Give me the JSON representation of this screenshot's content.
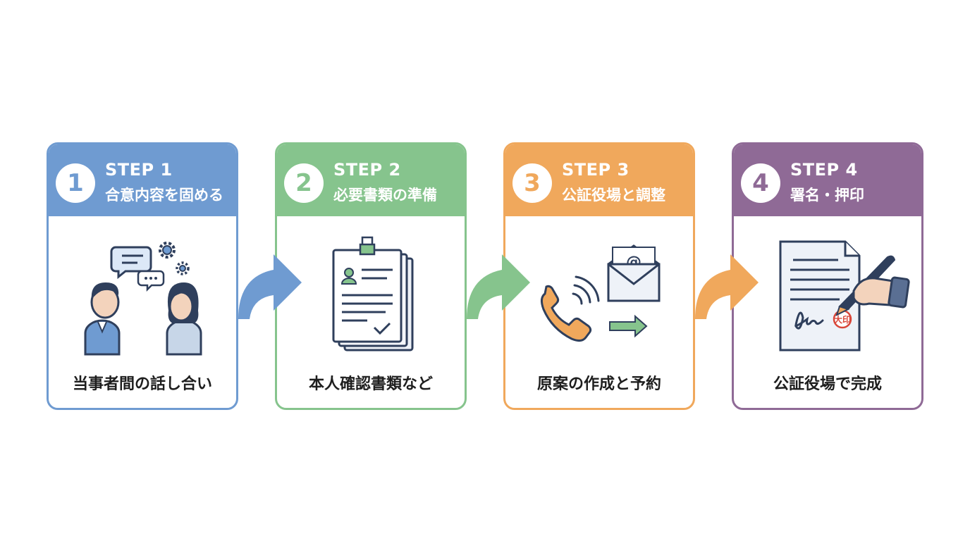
{
  "steps": [
    {
      "number": "1",
      "label": "STEP 1",
      "title": "合意内容を固める",
      "caption": "当事者間の話し合い",
      "color": "#6f9bd1",
      "illustration": "conversation-illustration"
    },
    {
      "number": "2",
      "label": "STEP 2",
      "title": "必要書類の準備",
      "caption": "本人確認書類など",
      "color": "#86c48d",
      "illustration": "documents-illustration"
    },
    {
      "number": "3",
      "label": "STEP 3",
      "title": "公証役場と調整",
      "caption": "原案の作成と予約",
      "color": "#f0a85c",
      "illustration": "phone-email-illustration"
    },
    {
      "number": "4",
      "label": "STEP 4",
      "title": "署名・押印",
      "caption": "公証役場で完成",
      "color": "#8f6a96",
      "illustration": "signing-illustration"
    }
  ],
  "stamp_text": "大印",
  "colors": {
    "navy": "#2f3f5c",
    "paper": "#eef2f8"
  }
}
